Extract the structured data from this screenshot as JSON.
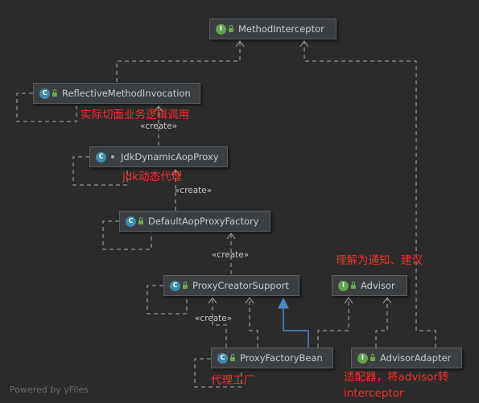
{
  "diagram": {
    "nodes": [
      {
        "id": "method-interceptor",
        "label": "MethodInterceptor",
        "kind": "interface",
        "badge": "I"
      },
      {
        "id": "reflective-method-invocation",
        "label": "ReflectiveMethodInvocation",
        "kind": "class",
        "badge": "C"
      },
      {
        "id": "jdk-dynamic-aop-proxy",
        "label": "JdkDynamicAopProxy",
        "kind": "class",
        "badge": "C"
      },
      {
        "id": "default-aop-proxy-factory",
        "label": "DefaultAopProxyFactory",
        "kind": "class",
        "badge": "C"
      },
      {
        "id": "proxy-creator-support",
        "label": "ProxyCreatorSupport",
        "kind": "class",
        "badge": "C"
      },
      {
        "id": "advisor",
        "label": "Advisor",
        "kind": "interface",
        "badge": "I"
      },
      {
        "id": "proxy-factory-bean",
        "label": "ProxyFactoryBean",
        "kind": "class",
        "badge": "C"
      },
      {
        "id": "advisor-adapter",
        "label": "AdvisorAdapter",
        "kind": "interface",
        "badge": "I"
      }
    ],
    "stereotypes": {
      "create": "«create»"
    },
    "annotations": {
      "reflective": "实际切面业务逻辑调用",
      "jdk": "jdk动态代理",
      "advisor": "理解为通知、建议",
      "proxy_factory_bean": "代理工厂",
      "adapter_line1": "适配器，将advisor转",
      "adapter_line2": "interceptor"
    },
    "colors": {
      "background": "#2b2b2b",
      "node_fill": "#3c3f41",
      "edge": "#a9a9a9",
      "extends_edge": "#4a88c7",
      "annotation": "#ff2a2a",
      "interface_badge": "#62a352",
      "class_badge": "#3e8ba8"
    }
  },
  "footer": {
    "watermark": "Powered by yFiles"
  }
}
